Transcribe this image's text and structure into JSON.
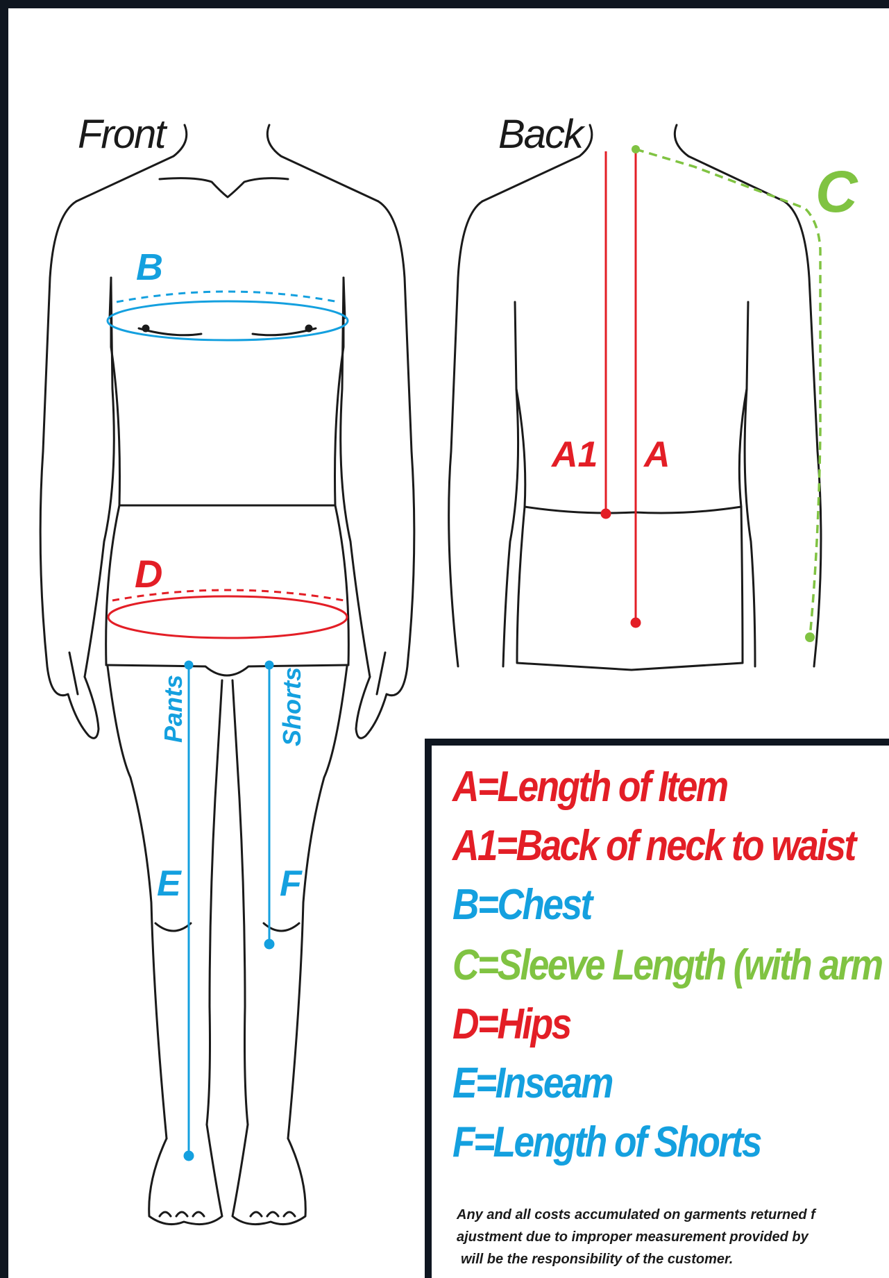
{
  "colors": {
    "red": "#e31e26",
    "blue": "#14a0df",
    "green": "#80c342",
    "outline": "#1a1a1a",
    "frame": "#0f1620"
  },
  "views": {
    "front": "Front",
    "back": "Back"
  },
  "markers": {
    "a": "A",
    "a1": "A1",
    "b": "B",
    "c": "C",
    "d": "D",
    "e": "E",
    "f": "F",
    "pants": "Pants",
    "shorts": "Shorts"
  },
  "legend": [
    {
      "text": "A=Length of Item",
      "color": "red"
    },
    {
      "text": "A1=Back of neck to waist",
      "color": "red"
    },
    {
      "text": "B=Chest",
      "color": "blue"
    },
    {
      "text": "C=Sleeve Length (with arm",
      "color": "green"
    },
    {
      "text": "D=Hips",
      "color": "red"
    },
    {
      "text": "E=Inseam",
      "color": "blue"
    },
    {
      "text": "F=Length of Shorts",
      "color": "blue"
    }
  ],
  "disclaimer": [
    "Any and all costs accumulated on garments returned f",
    "ajustment due to improper measurement provided by",
    "will be the responsibility of the customer."
  ]
}
